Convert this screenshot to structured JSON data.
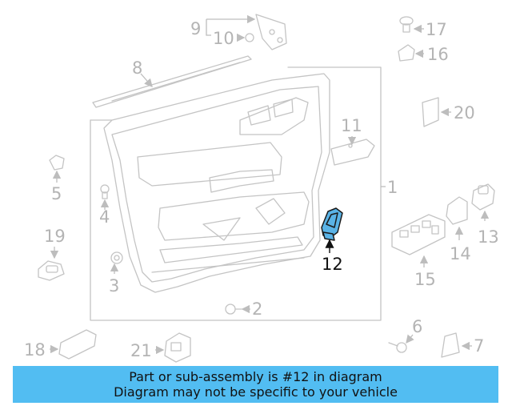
{
  "callouts": {
    "c1": "1",
    "c2": "2",
    "c3": "3",
    "c4": "4",
    "c5": "5",
    "c6": "6",
    "c7": "7",
    "c8": "8",
    "c9": "9",
    "c10": "10",
    "c11": "11",
    "c12": "12",
    "c13": "13",
    "c14": "14",
    "c15": "15",
    "c16": "16",
    "c17": "17",
    "c18": "18",
    "c19": "19",
    "c20": "20",
    "c21": "21"
  },
  "highlighted_part": "12",
  "colors": {
    "highlight_fill": "#5ab3e6",
    "banner_bg": "#52bdf2",
    "line_gray": "#c4c4c4"
  },
  "banner": {
    "line1": "Part or sub-assembly is #12 in diagram",
    "line2": "Diagram may not be specific to your vehicle"
  }
}
